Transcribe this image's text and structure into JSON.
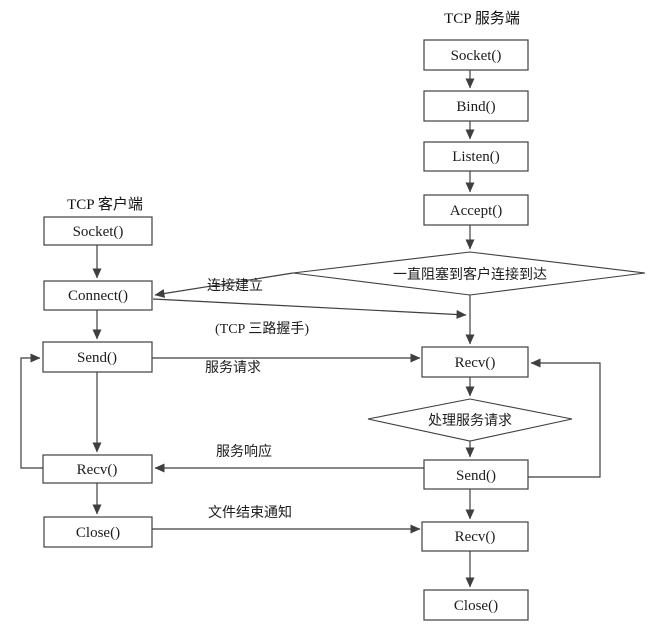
{
  "diagram": {
    "title_context": "TCP socket flow diagram",
    "client": {
      "title": "TCP 客户端",
      "boxes": [
        "Socket()",
        "Connect()",
        "Send()",
        "Recv()",
        "Close()"
      ]
    },
    "server": {
      "title": "TCP 服务端",
      "boxes": [
        "Socket()",
        "Bind()",
        "Listen()",
        "Accept()",
        "Recv()",
        "Send()",
        "Recv()",
        "Close()"
      ],
      "decisions": [
        "一直阻塞到客户连接到达",
        "处理服务请求"
      ]
    },
    "edge_labels": {
      "connection_established": "连接建立",
      "three_way_handshake": "(TCP 三路握手)",
      "service_request": "服务请求",
      "service_response": "服务响应",
      "eof_notification": "文件结束通知"
    },
    "colors": {
      "background": "#ffffff",
      "line": "#3f3f3f",
      "text": "#1c1c1c"
    }
  }
}
